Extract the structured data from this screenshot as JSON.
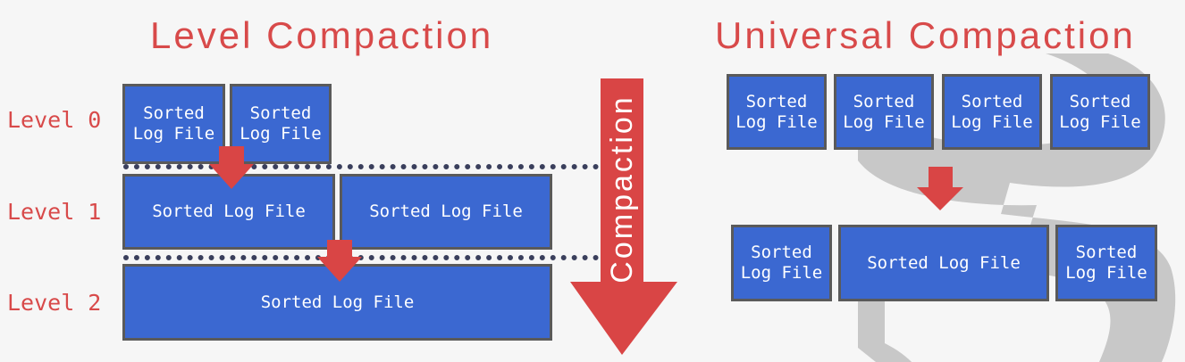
{
  "left": {
    "title": "Level Compaction",
    "levels": [
      "Level 0",
      "Level 1",
      "Level 2"
    ],
    "level0_files": [
      "Sorted\nLog File",
      "Sorted\nLog File"
    ],
    "level1_files": [
      "Sorted Log File",
      "Sorted Log File"
    ],
    "level2_files": [
      "Sorted Log File"
    ],
    "arrow_label": "Compaction"
  },
  "right": {
    "title": "Universal Compaction",
    "top_files": [
      "Sorted\nLog File",
      "Sorted\nLog File",
      "Sorted\nLog File",
      "Sorted\nLog File"
    ],
    "bottom_files": [
      "Sorted\nLog File",
      "Sorted Log File",
      "Sorted\nLog File"
    ]
  },
  "colors": {
    "title_red": "#d84a4a",
    "file_blue": "#3b68d1",
    "arrow_red": "#d94545",
    "dots": "#3a3f5c",
    "watermark": "#c3c3c3"
  },
  "icons": {
    "background": "database-watermark-icon",
    "down_arrow": "down-arrow-icon"
  }
}
